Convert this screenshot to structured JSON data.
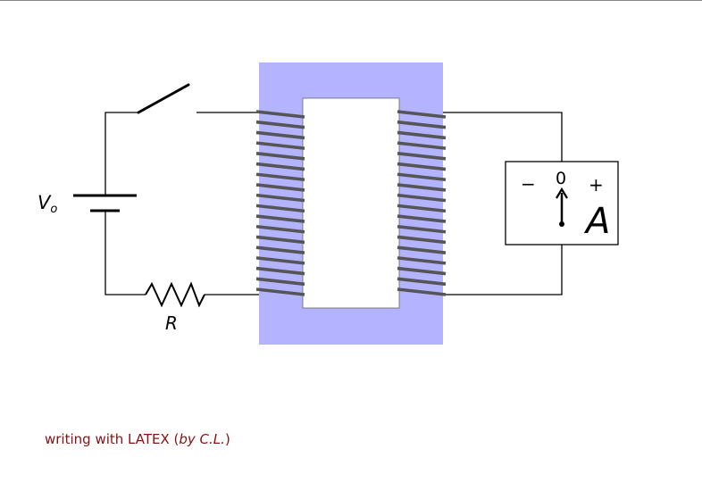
{
  "circuit": {
    "battery_label": "V",
    "battery_label_sub": "o",
    "resistor_label": "R",
    "core_color": "#b3b3ff",
    "winding_color": "#555555",
    "left_turns": 18,
    "right_turns": 18
  },
  "ammeter": {
    "minus": "−",
    "zero": "0",
    "plus": "+",
    "unit": "A"
  },
  "footer": {
    "prefix": "writing with ",
    "latex": "LATEX",
    "open": " (",
    "credit": "by C.L.",
    "close": ")"
  }
}
